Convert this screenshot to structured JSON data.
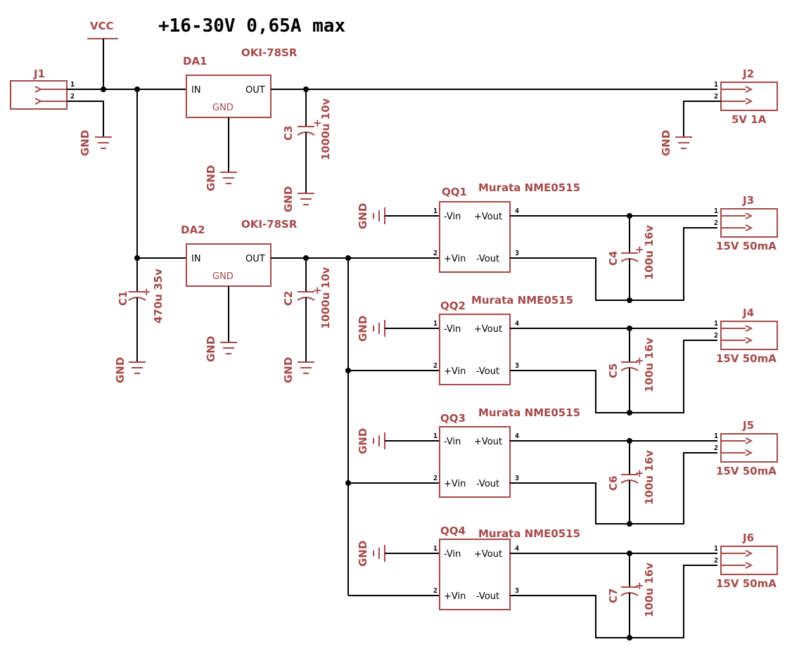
{
  "title": "+16-30V 0,65A max",
  "vcc": "VCC",
  "gnd": "GND",
  "plus": "+",
  "pin_in": "IN",
  "pin_out": "OUT",
  "pin_gnd": "GND",
  "pins": {
    "p1": "1",
    "p2": "2",
    "p3": "3",
    "p4": "4"
  },
  "dcdc_pins": {
    "minus_vin": "-Vin",
    "plus_vin": "+Vin",
    "plus_vout": "+Vout",
    "minus_vout": "-Vout"
  },
  "connectors": {
    "j1": {
      "ref": "J1"
    },
    "j2": {
      "ref": "J2",
      "rating": "5V 1A"
    },
    "j3": {
      "ref": "J3",
      "rating": "15V 50mA"
    },
    "j4": {
      "ref": "J4",
      "rating": "15V 50mA"
    },
    "j5": {
      "ref": "J5",
      "rating": "15V 50mA"
    },
    "j6": {
      "ref": "J6",
      "rating": "15V 50mA"
    }
  },
  "regulators": {
    "da1": {
      "ref": "DA1",
      "part": "OKI-78SR"
    },
    "da2": {
      "ref": "DA2",
      "part": "OKI-78SR"
    }
  },
  "capacitors": {
    "c1": {
      "ref": "C1",
      "value": "470u 35v"
    },
    "c2": {
      "ref": "C2",
      "value": "1000u 10v"
    },
    "c3": {
      "ref": "C3",
      "value": "1000u 10v"
    },
    "c4": {
      "ref": "C4",
      "value": "100u 16v"
    },
    "c5": {
      "ref": "C5",
      "value": "100u 16v"
    },
    "c6": {
      "ref": "C6",
      "value": "100u 16v"
    },
    "c7": {
      "ref": "C7",
      "value": "100u 16v"
    }
  },
  "converters": {
    "qq1": {
      "ref": "QQ1",
      "part": "Murata NME0515"
    },
    "qq2": {
      "ref": "QQ2",
      "part": "Murata NME0515"
    },
    "qq3": {
      "ref": "QQ3",
      "part": "Murata NME0515"
    },
    "qq4": {
      "ref": "QQ4",
      "part": "Murata NME0515"
    }
  },
  "colors": {
    "component": "#a54a4a",
    "wire": "#000000",
    "background": "#ffffff"
  }
}
